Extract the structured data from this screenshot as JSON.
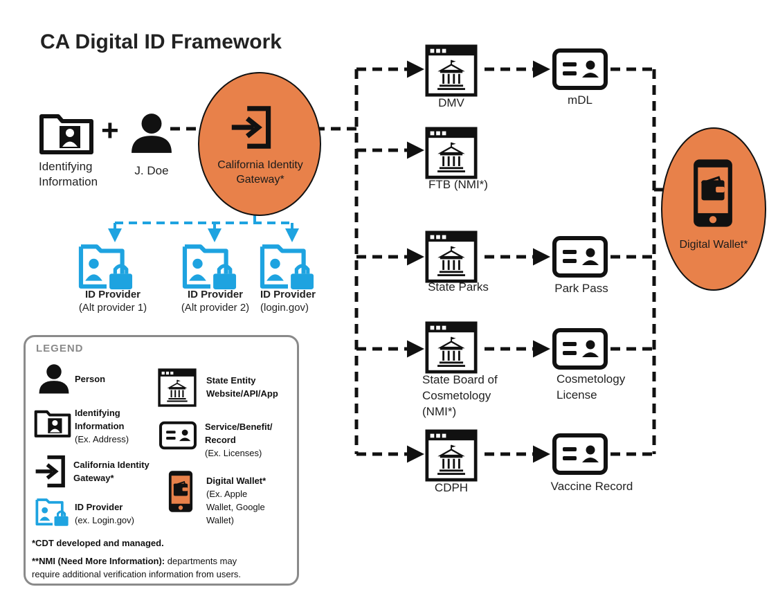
{
  "title": "CA Digital ID Framework",
  "colors": {
    "gateway_fill": "#e8814a",
    "provider_blue": "#1ea3e0",
    "line_black": "#111111",
    "legend_border": "#8a8a8a"
  },
  "inputs": {
    "identifying_info_line1": "Identifying",
    "identifying_info_line2": "Information",
    "plus": "+",
    "person": "J. Doe"
  },
  "gateway": {
    "line1": "California Identity",
    "line2": "Gateway*",
    "icon": "login-arrow-icon"
  },
  "providers": [
    {
      "title": "ID Provider",
      "sub": "(Alt provider 1)"
    },
    {
      "title": "ID Provider",
      "sub": "(Alt provider 2)"
    },
    {
      "title": "ID Provider",
      "sub": "(login.gov)"
    }
  ],
  "entities": [
    {
      "line1": "DMV",
      "line2": "",
      "line3": ""
    },
    {
      "line1": "FTB  (NMI*)",
      "line2": "",
      "line3": ""
    },
    {
      "line1": "State Parks",
      "line2": "",
      "line3": ""
    },
    {
      "line1": "State Board of",
      "line2": "Cosmetology",
      "line3": "(NMI*)"
    },
    {
      "line1": "CDPH",
      "line2": "",
      "line3": ""
    }
  ],
  "services": [
    {
      "line1": "mDL",
      "line2": ""
    },
    {
      "line1": "Park Pass",
      "line2": ""
    },
    {
      "line1": "Cosmetology",
      "line2": "License"
    },
    {
      "line1": "Vaccine Record",
      "line2": ""
    }
  ],
  "wallet": {
    "label": "Digital Wallet*",
    "icon": "phone-wallet-icon"
  },
  "legend": {
    "title": "LEGEND",
    "person": "Person",
    "idinfo_l1": "Identifying",
    "idinfo_l2": "Information",
    "idinfo_l3": "(Ex. Address)",
    "gateway_l1": "California Identity",
    "gateway_l2": "Gateway*",
    "provider_l1": "ID Provider",
    "provider_l2": "(ex. Login.gov)",
    "entity_l1": "State Entity",
    "entity_l2": "Website/API/App",
    "service_l1": "Service/Benefit/",
    "service_l2": "Record",
    "service_l3": "(Ex. Licenses)",
    "wallet_l1": "Digital Wallet*",
    "wallet_l2": "(Ex. Apple",
    "wallet_l3": "Wallet, Google",
    "wallet_l4": "Wallet)",
    "note1": "*CDT developed and managed.",
    "note2_bold": "**NMI (Need More Information):",
    "note2_rest": " departments may",
    "note2_line2": "require additional verification information from users."
  }
}
